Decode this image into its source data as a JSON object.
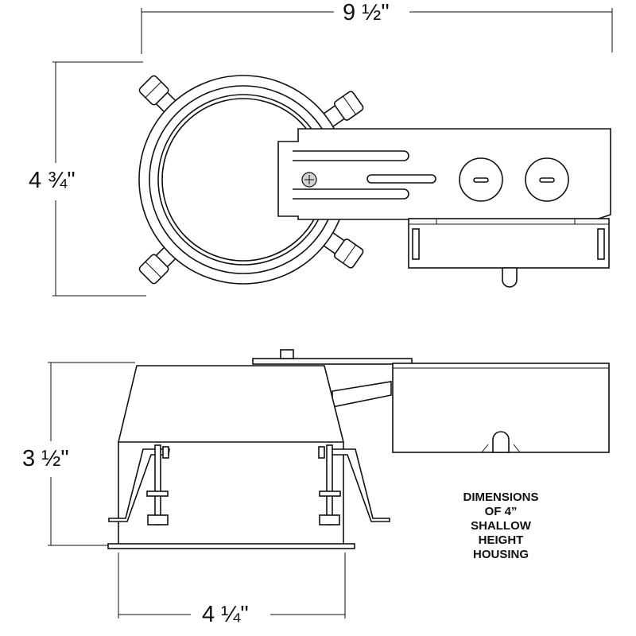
{
  "dimensions": {
    "top_width": "9 ½\"",
    "top_height": "4 ¾\"",
    "side_height": "3 ½\"",
    "side_width": "4 ¼\""
  },
  "note": {
    "lines": [
      "DIMENSIONS",
      "OF 4”",
      "SHALLOW",
      "HEIGHT",
      "HOUSING"
    ]
  }
}
